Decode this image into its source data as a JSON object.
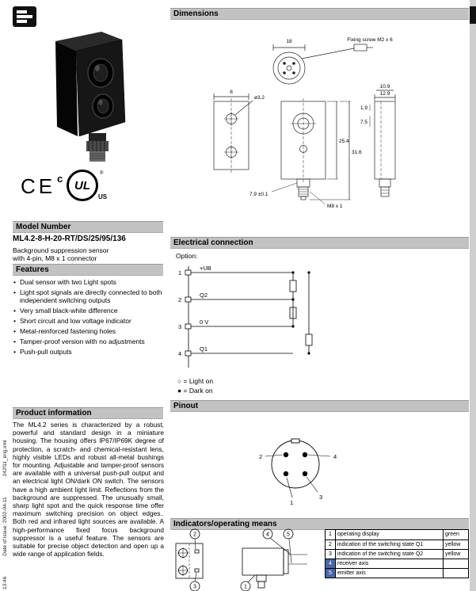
{
  "meta": {
    "time": "13:46",
    "issue": "Date of issue: 2002-04-11",
    "file": "242f11_eng.xml"
  },
  "certs": {
    "ce": "CE",
    "ul_text": "UL",
    "ul_c": "c",
    "ul_us": "US",
    "ul_reg": "®"
  },
  "model": {
    "header": "Model Number",
    "number": "ML4.2-8-H-20-RT/DS/25/95/136",
    "description_line1": "Background suppression sensor",
    "description_line2": "with 4-pin, M8 x 1 connector"
  },
  "features": {
    "header": "Features",
    "items": [
      "Dual sensor with two Light spots",
      "Light spot signals are directly connected to both independent switching outputs",
      "Very small black-white difference",
      "Short circuit and low voltage indicator",
      "Metal-reinforced fastening holes",
      "Tamper-proof version with no adjustments",
      "Push-pull outputs"
    ]
  },
  "product_info": {
    "header": "Product information",
    "text": "The ML4.2 series is characterized by a robust, powerful and standard design in a miniature housing. The housing offers IP67/IP69K degree of protection, a scratch- and chemical-resistant lens, highly visible LEDs and robust all-metal bushings for mounting. Adjustable and tamper-proof sensors are available with a universal push-pull output and an electrical light ON/dark ON switch. The sensors have a high ambient light limit. Reflections from the background are suppressed. The unusually small, sharp light spot and the quick response time offer maximum switching precision on object edges.. Both red and infrared light sources are available. A high-performance fixed focus background suppressor is a useful feature. The sensors are suitable for precise object detection and open up a wide range of application fields."
  },
  "dimensions": {
    "header": "Dimensions",
    "labels": {
      "d18": "18",
      "fixing_screw": "Fixing screw M2 x 6",
      "w8": "8",
      "hole": "ø3.2",
      "h254": "25.4",
      "h316": "31.6",
      "m8": "M8 x 1",
      "d79": "7.9 ±0.1",
      "w129": "12.9",
      "w109": "10.9",
      "d19": "1.9",
      "d75": "7.5"
    }
  },
  "electrical": {
    "header": "Electrical connection",
    "option": "Option:",
    "pins": [
      {
        "num": "1",
        "label": "+UB"
      },
      {
        "num": "2",
        "label": "Q2"
      },
      {
        "num": "3",
        "label": "0 V"
      },
      {
        "num": "4",
        "label": "Q1"
      }
    ],
    "legend": [
      "○ = Light on",
      "● = Dark on"
    ]
  },
  "pinout": {
    "header": "Pinout",
    "pins": [
      "1",
      "2",
      "3",
      "4"
    ]
  },
  "indicators": {
    "header": "Indicators/operating means",
    "callouts": [
      "1",
      "2",
      "3",
      "4",
      "5"
    ],
    "table": [
      {
        "num": "1",
        "desc": "operating display",
        "value": "green"
      },
      {
        "num": "2",
        "desc": "indication of the switching state Q1",
        "value": "yellow"
      },
      {
        "num": "3",
        "desc": "indication of the switching state Q2",
        "value": "yellow"
      },
      {
        "num": "4",
        "desc": "receiver axis",
        "value": ""
      },
      {
        "num": "5",
        "desc": "emitter axis",
        "value": ""
      }
    ]
  },
  "colors": {
    "header_gray": "#c2c2c2",
    "table_num_blue": "#4a67a8"
  }
}
